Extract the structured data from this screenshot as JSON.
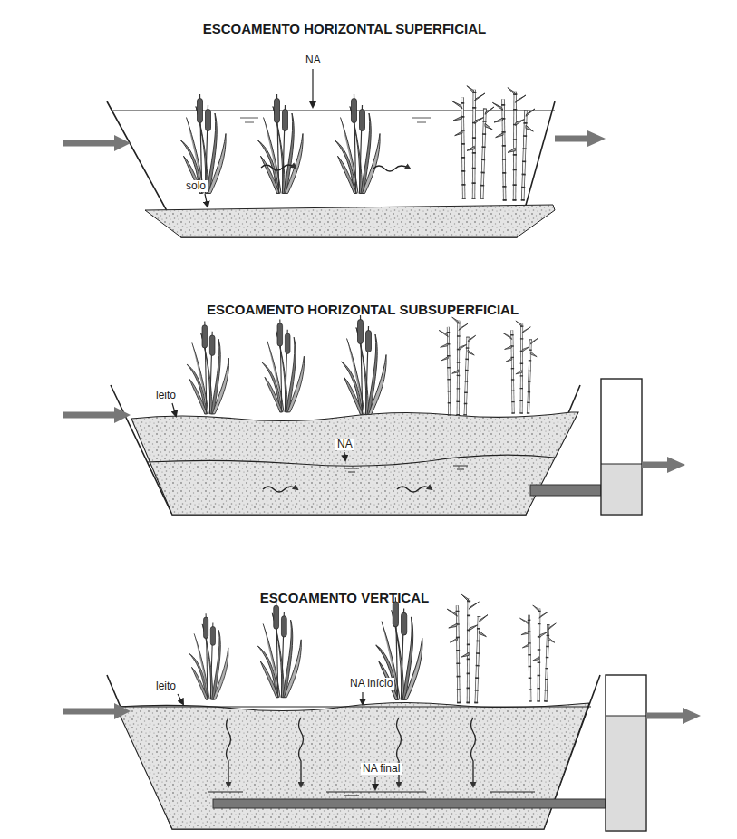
{
  "diagram": {
    "labels": [
      "ESCOAMENTO HORIZONTAL SUPERFICIAL",
      "NA",
      "solo",
      "ESCOAMENTO HORIZONTAL SUBSUPERFICIAL",
      "leito",
      "NA",
      "ESCOAMENTO VERTICAL",
      "leito",
      "NA início",
      "NA final"
    ]
  }
}
